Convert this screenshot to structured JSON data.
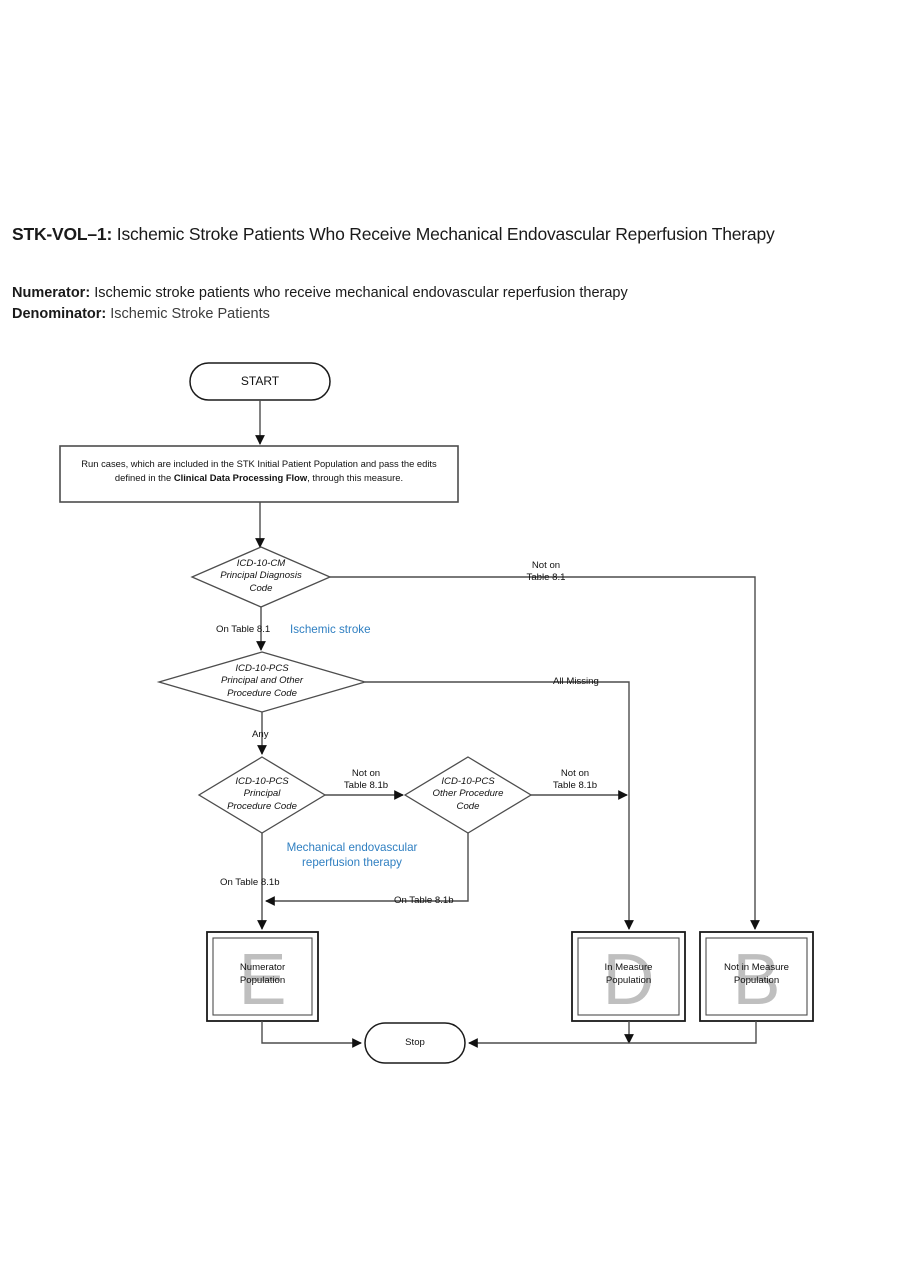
{
  "header": {
    "measure_id": "STK-VOL–1",
    "separator": ":",
    "title": "Ischemic Stroke Patients Who Receive Mechanical Endovascular Reperfusion Therapy",
    "numerator_label": "Numerator:",
    "numerator_value": "Ischemic stroke patients who receive mechanical endovascular reperfusion therapy",
    "denominator_label": "Denominator:",
    "denominator_value": "Ischemic Stroke Patients"
  },
  "flow": {
    "start": "START",
    "stop": "Stop",
    "process": {
      "part1": "Run cases, which are included in the STK Initial Patient  Population and pass the edits defined in the ",
      "bold": "Clinical Data Processing Flow",
      "part2": ", through this measure."
    },
    "decisions": [
      {
        "id": "icd10cm-principal-diagnosis",
        "line1": "ICD-10-CM",
        "line2": "Principal Diagnosis",
        "line3": "Code"
      },
      {
        "id": "icd10pcs-principal-and-other",
        "line1": "ICD-10-PCS",
        "line2": "Principal and Other",
        "line3": "Procedure Code"
      },
      {
        "id": "icd10pcs-principal",
        "line1": "ICD-10-PCS",
        "line2": "Principal",
        "line3": "Procedure Code"
      },
      {
        "id": "icd10pcs-other",
        "line1": "ICD-10-PCS",
        "line2": "Other Procedure",
        "line3": "Code"
      }
    ],
    "edge_labels": {
      "not_on_table_81": "Not on\nTable 8.1",
      "not_on_table_81_l1": "Not on",
      "not_on_table_81_l2": "Table 8.1",
      "on_table_81": "On Table 8.1",
      "ischemic_stroke": "Ischemic stroke",
      "all_missing": "All Missing",
      "any": "Any",
      "not_on_table_81b_a_l1": "Not on",
      "not_on_table_81b_a_l2": "Table 8.1b",
      "not_on_table_81b_b_l1": "Not on",
      "not_on_table_81b_b_l2": "Table 8.1b",
      "mechanical_l1": "Mechanical endovascular",
      "mechanical_l2": "reperfusion therapy",
      "on_table_81b_left": "On Table 8.1b",
      "on_table_81b_loop": "On Table 8.1b"
    },
    "terminals": [
      {
        "id": "numerator-population",
        "watermark": "E",
        "line1": "Numerator",
        "line2": "Population"
      },
      {
        "id": "in-measure-population",
        "watermark": "D",
        "line1": "In Measure",
        "line2": "Population"
      },
      {
        "id": "not-in-measure-population",
        "watermark": "B",
        "line1": "Not in Measure",
        "line2": "Population"
      }
    ]
  },
  "colors": {
    "accent_blue": "#2f7fc1",
    "line": "#4d4d4d",
    "watermark_grey": "#bfbfbf",
    "text": "#111111"
  }
}
